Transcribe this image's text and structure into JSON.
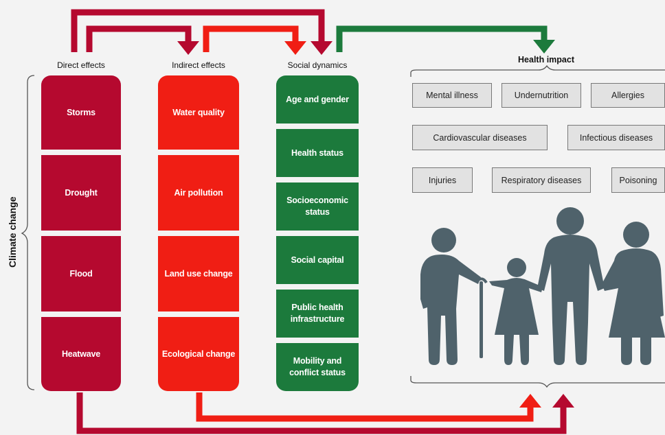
{
  "side_label": "Climate change",
  "columns": {
    "direct": {
      "title": "Direct effects",
      "items": [
        "Storms",
        "Drought",
        "Flood",
        "Heatwave"
      ],
      "color": "#b5092f"
    },
    "indirect": {
      "title": "Indirect effects",
      "items": [
        "Water quality",
        "Air pollution",
        "Land use change",
        "Ecological change"
      ],
      "color": "#f01e14"
    },
    "social": {
      "title": "Social dynamics",
      "items": [
        "Age and gender",
        "Health status",
        "Socioeconomic status",
        "Social capital",
        "Public health infrastructure",
        "Mobility and conflict status"
      ],
      "color": "#1c7a3c"
    }
  },
  "health_impact": {
    "title": "Health impact",
    "outcomes": [
      "Mental illness",
      "Undernutrition",
      "Allergies",
      "Cardiovascular diseases",
      "Infectious diseases",
      "Injuries",
      "Respiratory diseases",
      "Poisoning"
    ]
  },
  "figure_color": "#4f626b"
}
